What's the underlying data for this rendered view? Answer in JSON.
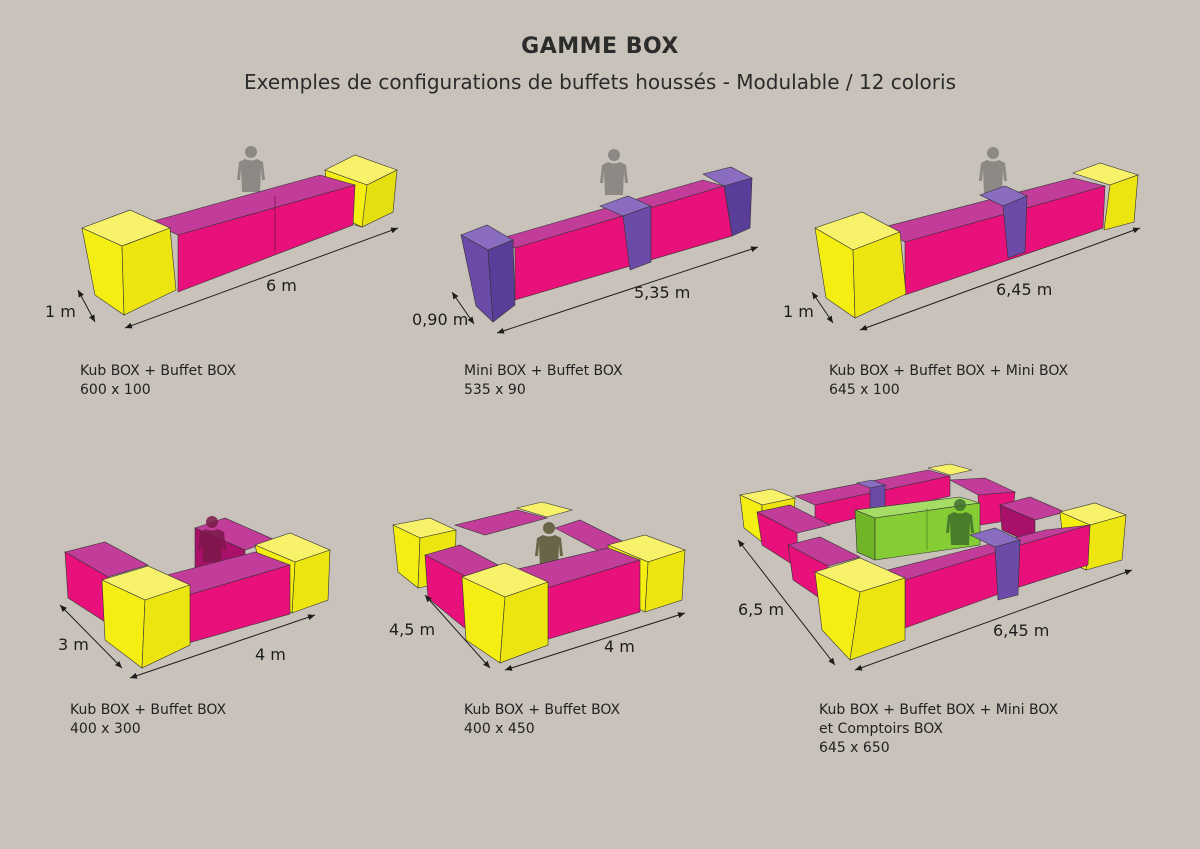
{
  "header": {
    "title": "GAMME BOX",
    "subtitle": "Exemples de configurations de buffets houssés - Modulable / 12 coloris"
  },
  "colors": {
    "buffet": "#e8107a",
    "buffet_top": "#c23d9a",
    "kub": "#f4ee12",
    "mini": "#6b4aa8",
    "comptoir": "#86cc35",
    "person": "#8c8884"
  },
  "configs": [
    {
      "caption_line1": "Kub BOX + Buffet BOX",
      "caption_line2": "600 x 100",
      "depth_label": "1 m",
      "length_label": "6 m"
    },
    {
      "caption_line1": "Mini BOX + Buffet BOX",
      "caption_line2": "535 x 90",
      "depth_label": "0,90 m",
      "length_label": "5,35 m"
    },
    {
      "caption_line1": "Kub BOX + Buffet BOX + Mini BOX",
      "caption_line2": "645 x 100",
      "depth_label": "1 m",
      "length_label": "6,45 m"
    },
    {
      "caption_line1": "Kub BOX + Buffet BOX",
      "caption_line2": "400 x 300",
      "depth_label": "3 m",
      "length_label": "4 m"
    },
    {
      "caption_line1": "Kub BOX + Buffet BOX",
      "caption_line2": "400 x 450",
      "depth_label": "4,5 m",
      "length_label": "4 m"
    },
    {
      "caption_line1": "Kub BOX + Buffet BOX + Mini BOX",
      "caption_line2": "et Comptoirs BOX",
      "caption_line3": "645 x 650",
      "depth_label": "6,5 m",
      "length_label": "6,45 m"
    }
  ]
}
